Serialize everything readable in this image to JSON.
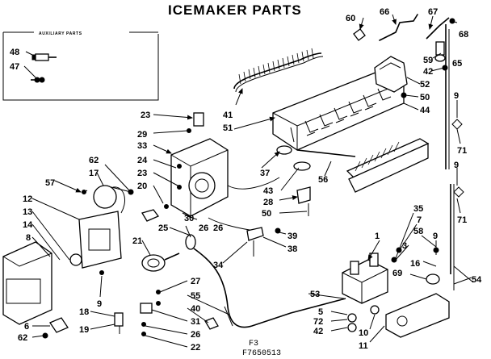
{
  "title": "ICEMAKER PARTS",
  "auxiliary_title": "AUXILIARY PARTS",
  "footer": {
    "line1": "F3",
    "line2": "F7650513"
  },
  "callouts": [
    {
      "id": "c60",
      "text": "60"
    },
    {
      "id": "c66",
      "text": "66"
    },
    {
      "id": "c67",
      "text": "67"
    },
    {
      "id": "c68",
      "text": "68"
    },
    {
      "id": "c59",
      "text": "59"
    },
    {
      "id": "c65",
      "text": "65"
    },
    {
      "id": "c42a",
      "text": "42"
    },
    {
      "id": "c52",
      "text": "52"
    },
    {
      "id": "c50a",
      "text": "50"
    },
    {
      "id": "c44",
      "text": "44"
    },
    {
      "id": "c9a",
      "text": "9"
    },
    {
      "id": "c71a",
      "text": "71"
    },
    {
      "id": "c9b",
      "text": "9"
    },
    {
      "id": "c71b",
      "text": "71"
    },
    {
      "id": "c48",
      "text": "48"
    },
    {
      "id": "c47",
      "text": "47"
    },
    {
      "id": "c41",
      "text": "41"
    },
    {
      "id": "c51",
      "text": "51"
    },
    {
      "id": "c23a",
      "text": "23"
    },
    {
      "id": "c29",
      "text": "29"
    },
    {
      "id": "c33",
      "text": "33"
    },
    {
      "id": "c24",
      "text": "24"
    },
    {
      "id": "c23b",
      "text": "23"
    },
    {
      "id": "c20",
      "text": "20"
    },
    {
      "id": "c37",
      "text": "37"
    },
    {
      "id": "c43",
      "text": "43"
    },
    {
      "id": "c56",
      "text": "56"
    },
    {
      "id": "c28",
      "text": "28"
    },
    {
      "id": "c50b",
      "text": "50"
    },
    {
      "id": "c39",
      "text": "39"
    },
    {
      "id": "c38",
      "text": "38"
    },
    {
      "id": "c57",
      "text": "57"
    },
    {
      "id": "c62a",
      "text": "62"
    },
    {
      "id": "c17",
      "text": "17"
    },
    {
      "id": "c12",
      "text": "12"
    },
    {
      "id": "c13",
      "text": "13"
    },
    {
      "id": "c14",
      "text": "14"
    },
    {
      "id": "c8",
      "text": "8"
    },
    {
      "id": "c26a",
      "text": "26"
    },
    {
      "id": "c30",
      "text": "30"
    },
    {
      "id": "c21",
      "text": "21"
    },
    {
      "id": "c25",
      "text": "25"
    },
    {
      "id": "c26b",
      "text": "26"
    },
    {
      "id": "c34",
      "text": "34"
    },
    {
      "id": "c27",
      "text": "27"
    },
    {
      "id": "c55",
      "text": "55"
    },
    {
      "id": "c40",
      "text": "40"
    },
    {
      "id": "c31",
      "text": "31"
    },
    {
      "id": "c26c",
      "text": "26"
    },
    {
      "id": "c22",
      "text": "22"
    },
    {
      "id": "c18",
      "text": "18"
    },
    {
      "id": "c19",
      "text": "19"
    },
    {
      "id": "c6",
      "text": "6"
    },
    {
      "id": "c62b",
      "text": "62"
    },
    {
      "id": "c9c",
      "text": "9"
    },
    {
      "id": "c53",
      "text": "53"
    },
    {
      "id": "c1",
      "text": "1"
    },
    {
      "id": "c35",
      "text": "35"
    },
    {
      "id": "c7",
      "text": "7"
    },
    {
      "id": "c58",
      "text": "58"
    },
    {
      "id": "c3",
      "text": "3"
    },
    {
      "id": "c9d",
      "text": "9"
    },
    {
      "id": "c16",
      "text": "16"
    },
    {
      "id": "c69",
      "text": "69"
    },
    {
      "id": "c54",
      "text": "54"
    },
    {
      "id": "c5",
      "text": "5"
    },
    {
      "id": "c72",
      "text": "72"
    },
    {
      "id": "c42b",
      "text": "42"
    },
    {
      "id": "c10",
      "text": "10"
    },
    {
      "id": "c11",
      "text": "11"
    }
  ]
}
